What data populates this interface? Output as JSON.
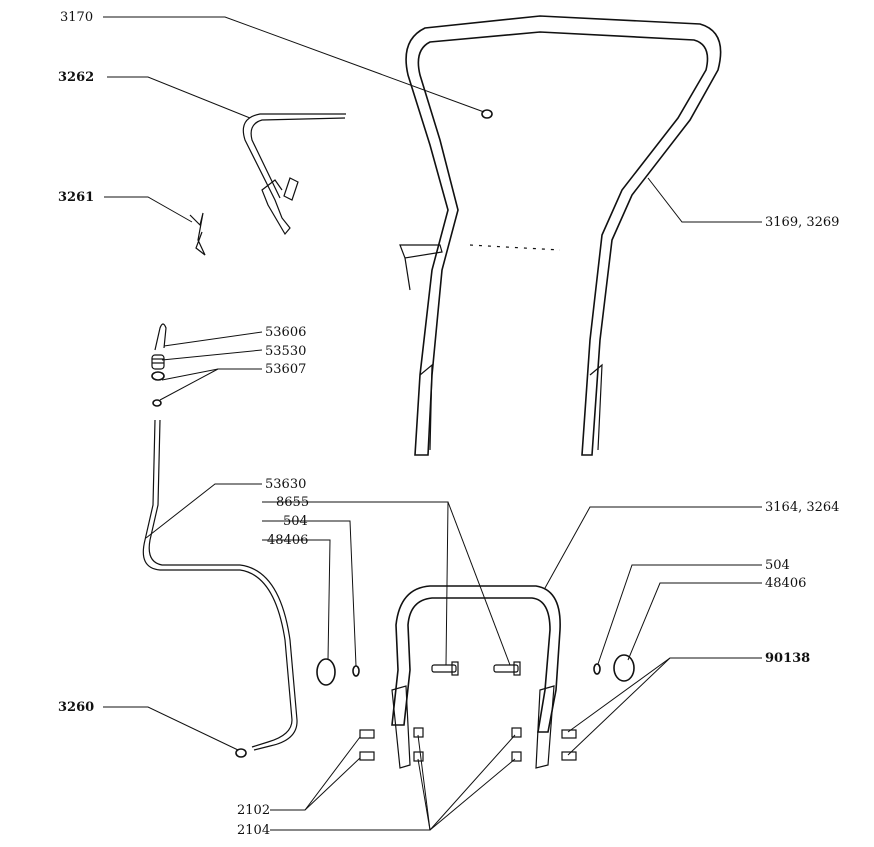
{
  "diagram": {
    "labels": {
      "p3170": "3170",
      "p3262": "3262",
      "p3261": "3261",
      "p3169": "3169, 3269",
      "p53606": "53606",
      "p53530": "53530",
      "p53607": "53607",
      "p53630": "53630",
      "p8655": "8655",
      "p504a": "504",
      "p48406a": "48406",
      "p3164": "3164, 3264",
      "p504b": "504",
      "p48406b": "48406",
      "p90138": "90138",
      "p3260": "3260",
      "p2102": "2102",
      "p2104": "2104"
    }
  }
}
